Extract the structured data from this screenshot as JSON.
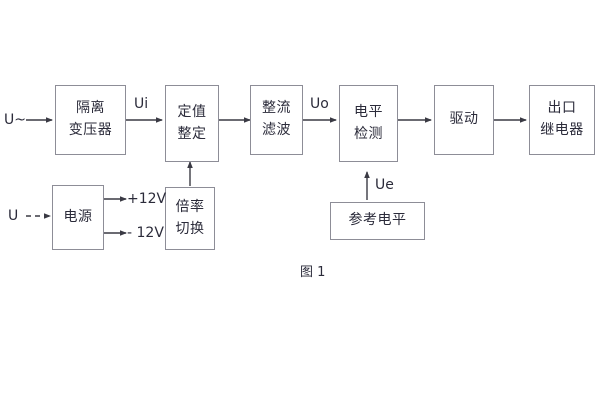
{
  "figure": {
    "caption": "图 1",
    "background": "#ffffff",
    "box_border_color": "#8d8d97",
    "line_color": "#3a3a44",
    "text_color": "#2b2b3a"
  },
  "inputs": [
    {
      "name": "ac-input",
      "label": "U~",
      "line_style": "solid"
    },
    {
      "name": "dc-input",
      "label": "U",
      "line_style": "dashed"
    }
  ],
  "blocks": [
    {
      "id": "isolation-transformer",
      "lines": [
        "隔离",
        "变压器"
      ]
    },
    {
      "id": "setting-value",
      "lines": [
        "定值",
        "整定"
      ]
    },
    {
      "id": "rectify-filter",
      "lines": [
        "整流",
        "滤波"
      ]
    },
    {
      "id": "level-detection",
      "lines": [
        "电平",
        "检测"
      ]
    },
    {
      "id": "drive",
      "lines": [
        "驱动"
      ]
    },
    {
      "id": "output-relay",
      "lines": [
        "出口",
        "继电器"
      ]
    },
    {
      "id": "power-supply",
      "lines": [
        "电源"
      ]
    },
    {
      "id": "multiplier-switch",
      "lines": [
        "倍率",
        "切换"
      ]
    },
    {
      "id": "reference-level",
      "lines": [
        "参考电平"
      ]
    }
  ],
  "signal_labels": [
    {
      "id": "ui",
      "text": "Ui"
    },
    {
      "id": "uo",
      "text": "Uo"
    },
    {
      "id": "ue",
      "text": "Ue"
    }
  ],
  "supply_rails": [
    {
      "id": "rail-positive",
      "text": "+12V"
    },
    {
      "id": "rail-negative",
      "text": "- 12V"
    }
  ]
}
